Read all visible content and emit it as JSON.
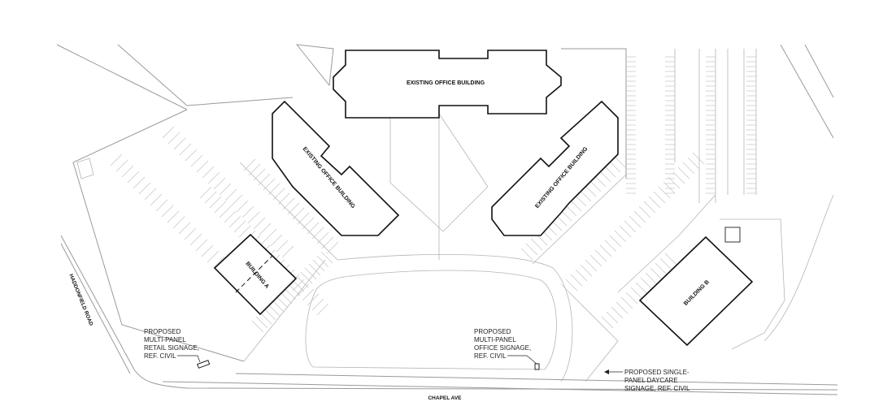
{
  "buildings": {
    "existing_top": "EXISTING OFFICE BUILDING",
    "existing_left": "EXISTING OFFICE BUILDING",
    "existing_right": "EXISTING OFFICE BUILDING",
    "building_a": "BUILDING A",
    "building_b": "BUILDING B"
  },
  "roads": {
    "haddonfield": "HADDONFIELD ROAD",
    "chapel": "CHAPEL AVE"
  },
  "notes": {
    "retail": [
      "PROPOSED",
      "MULTI-PANEL",
      "RETAIL SIGNAGE,",
      "REF. CIVIL"
    ],
    "office": [
      "PROPOSED",
      "MULTI-PANEL",
      "OFFICE SIGNAGE,",
      "REF. CIVIL"
    ],
    "daycare": [
      "PROPOSED SINGLE-",
      "PANEL DAYCARE",
      "SIGNAGE, REF. CIVIL"
    ]
  }
}
